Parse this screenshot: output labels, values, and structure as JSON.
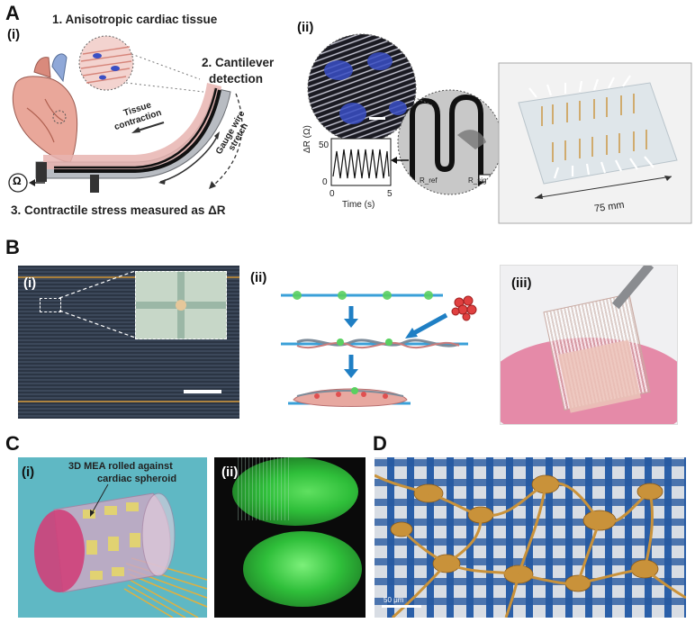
{
  "panels": {
    "A": {
      "letter": "A",
      "sub_i": "(i)",
      "sub_ii": "(ii)",
      "step1": "1. Anisotropic cardiac tissue",
      "step2_line1": "2. Cantilever",
      "step2_line2": "detection",
      "step3": "3. Contractile stress measured as ΔR",
      "tissue_line1": "Tissue",
      "tissue_line2": "contraction",
      "gauge_line1": "Gauge wire",
      "gauge_line2": "stretch",
      "ohm_symbol": "Ω",
      "plot_ylabel": "ΔR (Ω)",
      "plot_xlabel": "Time (s)",
      "plot_y_ticks": [
        "50",
        "0"
      ],
      "plot_x_ticks": [
        "0",
        "5"
      ],
      "r_ref": "R_ref",
      "r_sig": "R_sig",
      "chip_width": "75 mm"
    },
    "B": {
      "letter": "B",
      "sub_i": "(i)",
      "sub_ii": "(ii)",
      "sub_iii": "(iii)"
    },
    "C": {
      "letter": "C",
      "sub_i": "(i)",
      "sub_ii": "(ii)",
      "annotation_line1": "3D MEA rolled against",
      "annotation_line2": "cardiac spheroid"
    },
    "D": {
      "letter": "D",
      "scale_label": "50 μm"
    }
  },
  "colors": {
    "tissue_pink": "#e8b4b0",
    "cell_blue": "#3a4fc4",
    "c_background": "#5fb8c4",
    "gold": "#c9923a",
    "fluor_green": "#2fbf3a",
    "dish_pink": "#e58aa8"
  }
}
